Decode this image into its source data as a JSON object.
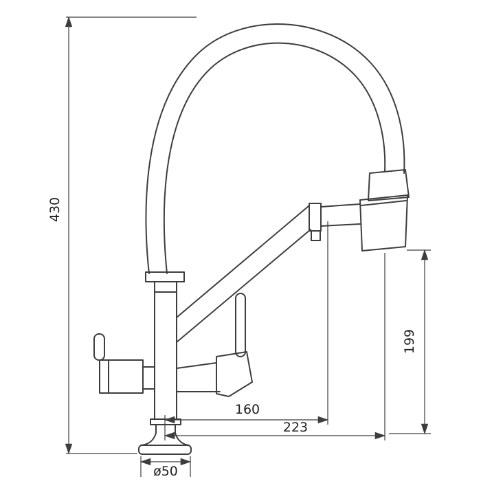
{
  "diagram": {
    "type": "technical-drawing",
    "dimensions": {
      "total_height": "430",
      "spray_head_height": "199",
      "spout_reach": "160",
      "spray_reach": "223",
      "base_diameter": "ø50"
    },
    "colors": {
      "line": "#3d3d3d",
      "background": "#ffffff"
    }
  }
}
